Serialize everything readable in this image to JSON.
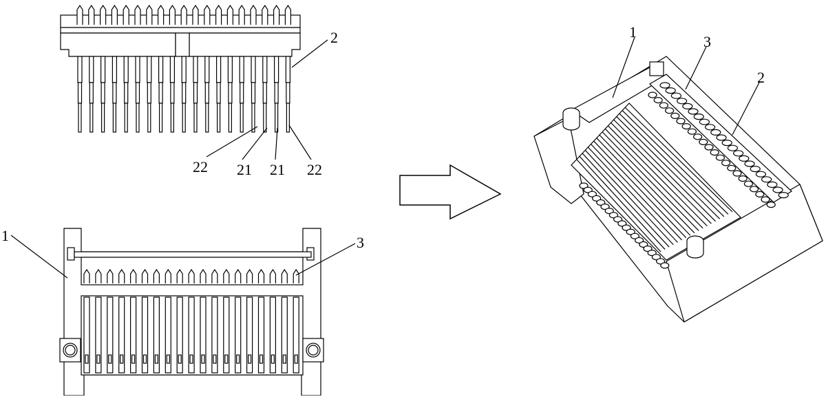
{
  "figure": {
    "top_left": {
      "labels": {
        "l2": "2",
        "l22a": "22",
        "l21a": "21",
        "l21b": "21",
        "l22b": "22"
      }
    },
    "bottom_left": {
      "labels": {
        "l1": "1",
        "l3": "3"
      }
    },
    "arrow": {
      "direction": "right"
    },
    "right": {
      "labels": {
        "l1": "1",
        "l3": "3",
        "l2": "2"
      }
    },
    "colors": {
      "stroke": "#000000",
      "fill": "#ffffff"
    }
  }
}
